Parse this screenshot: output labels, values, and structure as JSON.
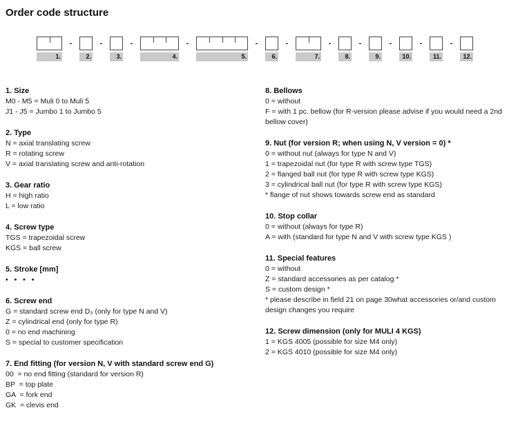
{
  "title": "Order code structure",
  "dash": "-",
  "boxes": [
    {
      "label": "1.",
      "cells": 2
    },
    {
      "label": "2.",
      "cells": 1
    },
    {
      "label": "3.",
      "cells": 1
    },
    {
      "label": "4.",
      "cells": 3
    },
    {
      "label": "5.",
      "cells": 4
    },
    {
      "label": "6.",
      "cells": 1
    },
    {
      "label": "7.",
      "cells": 2
    },
    {
      "label": "8.",
      "cells": 1
    },
    {
      "label": "9.",
      "cells": 1
    },
    {
      "label": "10.",
      "cells": 1
    },
    {
      "label": "11.",
      "cells": 1
    },
    {
      "label": "12.",
      "cells": 1
    }
  ],
  "columns": {
    "left": [
      {
        "heading": "1. Size",
        "lines": [
          "M0 - M5 = Muli 0 to Muli 5",
          "J1 - J5 = Jumbo 1 to Jumbo 5"
        ]
      },
      {
        "heading": "2. Type",
        "lines": [
          "N = axial translating screw",
          "R = rotating screw",
          "V = axial translating screw and anti-rotation"
        ]
      },
      {
        "heading": "3. Gear ratio",
        "lines": [
          "H = high ratio",
          "L = low ratio"
        ]
      },
      {
        "heading": "4. Screw type",
        "lines": [
          "TGS = trapezoidal screw",
          "KGS = ball screw"
        ]
      },
      {
        "heading": "5.  Stroke [mm]",
        "lines": [
          "• • • •"
        ]
      },
      {
        "heading": "6. Screw end",
        "lines": [
          "G = standard screw end D₃ (only for type N and V)",
          "Z = cylindrical end (only for type R)",
          "0 = no end machining",
          "S = special to customer specification"
        ]
      },
      {
        "heading": "7. End fitting (for version N, V with standard screw end G)",
        "lines": [
          "00  = no end fitting (standard for version R)",
          "BP  = top plate",
          "GA  = fork end",
          "GK  = clevis end"
        ]
      }
    ],
    "right": [
      {
        "heading": "8. Bellows",
        "lines": [
          "0 = without",
          "F = with 1 pc. bellow (for R-version please advise if you would need a 2nd bellow cover)"
        ]
      },
      {
        "heading": "9. Nut (for version R; when using N, V version = 0) *",
        "lines": [
          "0 = without nut (always for type N and V)",
          "1 = trapezoidal nut (for type R with screw type TGS)",
          "2 = flanged ball nut (for type R with screw type KGS)",
          "3 = cylindrical ball nut (for type R with screw type KGS)",
          "* flange of nut shows towards screw end as standard"
        ]
      },
      {
        "heading": "10. Stop collar",
        "lines": [
          "0 = without (always for type R)",
          "A = with (standard for type N and V with screw type KGS )"
        ]
      },
      {
        "heading": "11. Special features",
        "lines": [
          "0 = without",
          "Z = standard accessories as per catalog *",
          "S = custom design *",
          "* please describe in field 21 on page 30what accessories or/and custom design changes you require"
        ]
      },
      {
        "heading": "12. Screw dimension (only for MULI 4 KGS)",
        "lines": [
          "1 = KGS 4005 (possible for size M4 only)",
          "2 = KGS 4010 (possible for size M4 only)"
        ]
      }
    ]
  }
}
